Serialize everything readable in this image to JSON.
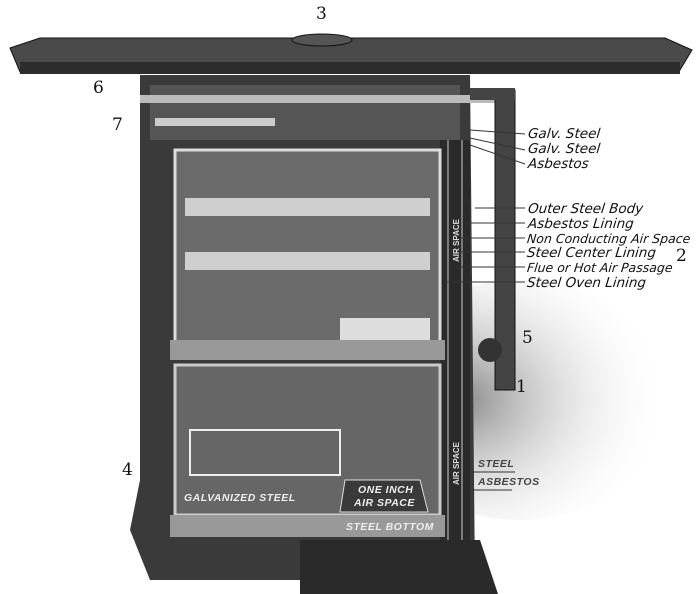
{
  "callouts": {
    "n1": "1",
    "n2": "2",
    "n3": "3",
    "n4": "4",
    "n5": "5",
    "n6": "6",
    "n7": "7"
  },
  "right_labels_top": [
    "Galv. Steel",
    "Galv. Steel",
    "Asbestos"
  ],
  "right_labels_wall": [
    "Outer Steel Body",
    "Asbestos Lining",
    "Non Conducting Air Space",
    "Steel Center Lining",
    "Flue or Hot Air Passage",
    "Steel Oven Lining"
  ],
  "bottom_right_labels": [
    "STEEL",
    "ASBESTOS"
  ],
  "interior_labels": {
    "galvanized": "GALVANIZED STEEL",
    "one_inch_1": "ONE INCH",
    "one_inch_2": "AIR SPACE",
    "steel_bottom": "STEEL BOTTOM",
    "air_space_upper": "AIR SPACE",
    "air_space_lower": "AIR SPACE"
  }
}
